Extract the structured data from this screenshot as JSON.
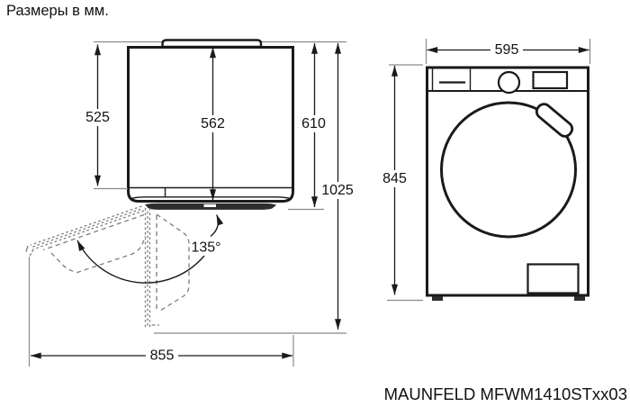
{
  "title": "Размеры в мм.",
  "model": "MAUNFELD MFWM1410STxx03",
  "colors": {
    "line": "#1a1a1a",
    "extension_line": "#8a8a8a",
    "dashed_door": "#7d7d7d",
    "door_bar_fill": "#2d2d2d",
    "background": "#ffffff"
  },
  "top_view": {
    "description": "top view of washing machine with door swing arc",
    "dims": {
      "body_depth": "525",
      "front_depth": "562",
      "total_depth": "610",
      "open_depth": "1025",
      "open_width": "855",
      "door_angle": "135°"
    }
  },
  "front_view": {
    "description": "front view of washing machine",
    "dims": {
      "width": "595",
      "height": "845"
    }
  }
}
